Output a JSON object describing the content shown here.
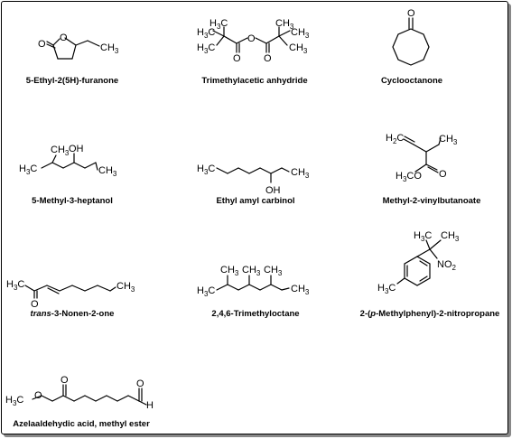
{
  "compounds": [
    {
      "name": "5-Ethyl-2(5H)-furanone"
    },
    {
      "name": "Trimethylacetic anhydride"
    },
    {
      "name": "Cyclooctanone"
    },
    {
      "name": "5-Methyl-3-heptanol"
    },
    {
      "name": "Ethyl amyl carbinol"
    },
    {
      "name": "Methyl-2-vinylbutanoate"
    },
    {
      "name_prefix": "trans",
      "name_rest": "-3-Nonen-2-one"
    },
    {
      "name": "2,4,6-Trimethyloctane"
    },
    {
      "name_part1": "2-(",
      "name_italic": "p",
      "name_part2": "-Methylphenyl)-2-nitropropane"
    },
    {
      "name": "Azelaaldehydic acid, methyl ester"
    }
  ],
  "atoms": {
    "O": "O",
    "OH": "OH",
    "C": "C",
    "H": "H",
    "H3": "3",
    "H2": "2",
    "N": "N",
    "NO2_2": "2"
  }
}
